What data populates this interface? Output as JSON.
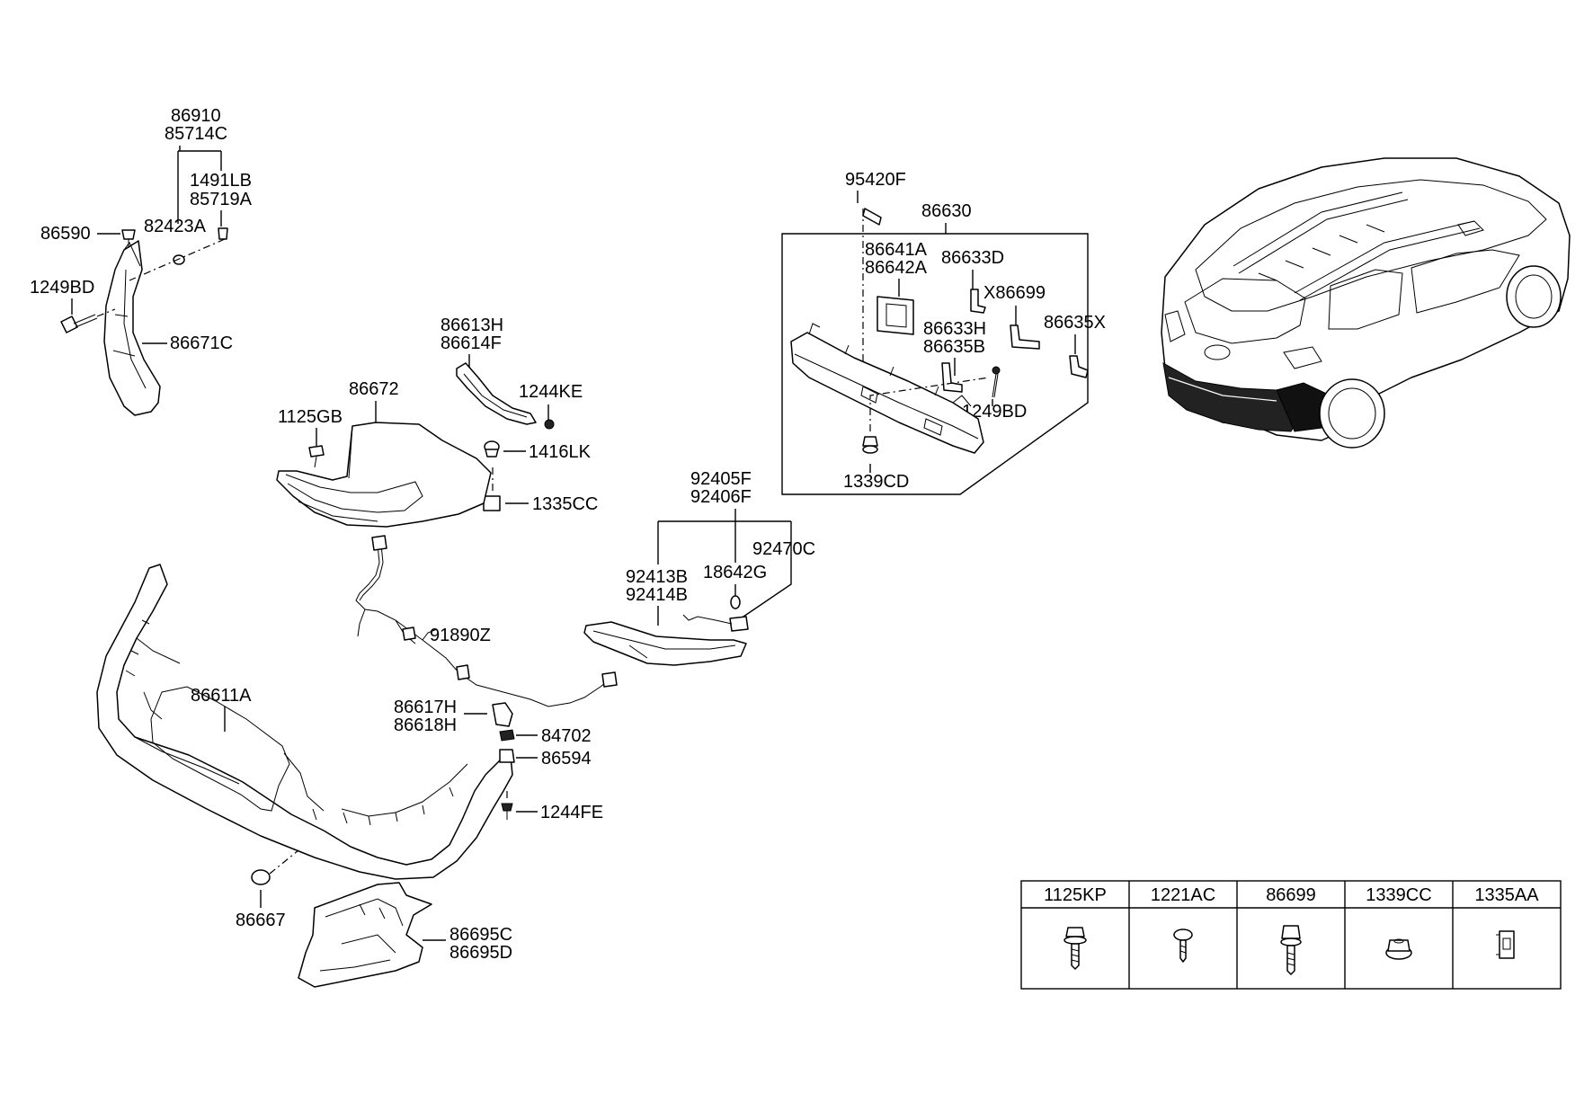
{
  "labels": {
    "p86910": "86910",
    "p85714C": "85714C",
    "p1491LB": "1491LB",
    "p85719A": "85719A",
    "p82423A": "82423A",
    "p86590": "86590",
    "p1249BD_a": "1249BD",
    "p86671C": "86671C",
    "p86613H": "86613H",
    "p86614F": "86614F",
    "p86672": "86672",
    "p1244KE": "1244KE",
    "p1125GB": "1125GB",
    "p1416LK": "1416LK",
    "p1335CC": "1335CC",
    "p95420F": "95420F",
    "p86630": "86630",
    "p86641A": "86641A",
    "p86642A": "86642A",
    "p86633D": "86633D",
    "pX86699": "X86699",
    "p86633H": "86633H",
    "p86635B": "86635B",
    "p86635X": "86635X",
    "p1249BD_b": "1249BD",
    "p1339CD": "1339CD",
    "p92405F": "92405F",
    "p92406F": "92406F",
    "p92413B": "92413B",
    "p92414B": "92414B",
    "p18642G": "18642G",
    "p92470C": "92470C",
    "p91890Z": "91890Z",
    "p86611A": "86611A",
    "p86617H": "86617H",
    "p86618H": "86618H",
    "p84702": "84702",
    "p86594": "86594",
    "p1244FE": "1244FE",
    "p86667": "86667",
    "p86695C": "86695C",
    "p86695D": "86695D"
  },
  "fastener_table": {
    "headers": [
      "1125KP",
      "1221AC",
      "86699",
      "1339CC",
      "1335AA"
    ],
    "icons": [
      "flange-bolt-icon",
      "screw-icon",
      "hex-bolt-icon",
      "nut-icon",
      "clip-icon"
    ]
  }
}
